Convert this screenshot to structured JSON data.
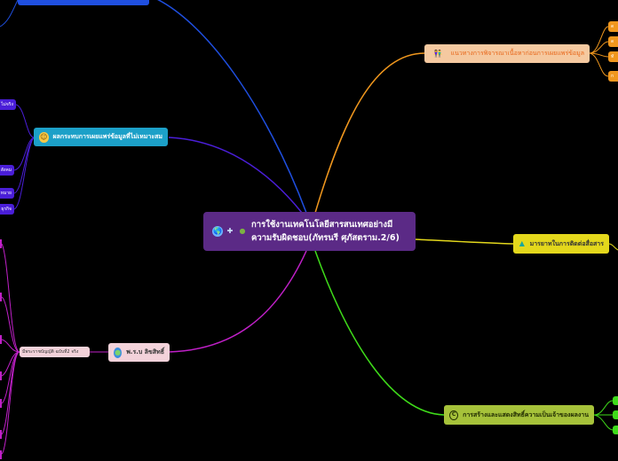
{
  "center": {
    "title": "การใช้งานเทคโนโลยีสารสนเทศอย่างมีความรับผิดชอบ(ภัทรนรี ศุภัสตราม.2/6)",
    "icons": [
      "globe-icon",
      "puzzle-icon",
      "bug-icon"
    ]
  },
  "branches": {
    "top": {
      "label": "",
      "color": "#1f4fe0"
    },
    "privacy": {
      "label": "ผลกระทบการเผยแพร่ข้อมูลที่ไม่เหมาะสม",
      "icon": "smiley-icon",
      "color": "#1ca0c8"
    },
    "guidelines": {
      "label": "แนวทางการพิจารณาเนื้อหาก่อนการเผยแพร่ข้อมูล",
      "icon": "people-icon",
      "color": "#f5c9a0",
      "text_color": "#e8671a"
    },
    "etiquette": {
      "label": "มารยาทในการติดต่อสื่อสาร",
      "icon": "flask-icon",
      "color": "#e4d81c"
    },
    "copyright": {
      "label": "พ.ร.บ ลิขสิทธิ์",
      "icon": "earth-icon",
      "color": "#f3d2da"
    },
    "creative": {
      "label": "การสร้างและแสดงสิทธิ์ความเป็นเจ้าของผลงาน",
      "icon": "copyright-icon",
      "color": "#a6c23a"
    }
  },
  "subs": {
    "copyright_law": "มีพระราชบัญญัติ ฉบับที่2 จริง",
    "privacy_items": [
      "ไม่จริง",
      "สังคม",
      "หมาย",
      "ธุรกิจ"
    ],
    "guidelines_items": [
      "ด",
      "ด",
      "ทั",
      "ก"
    ]
  },
  "colors": {
    "background": "#000000",
    "center": "#5b2a86",
    "top_branch": "#1f4fe0",
    "privacy_link": "#4a1ed8",
    "guidelines_link": "#f0971e",
    "etiquette_link": "#e4d81c",
    "copyright_link": "#c020c8",
    "creative_link": "#3fdc1a"
  }
}
